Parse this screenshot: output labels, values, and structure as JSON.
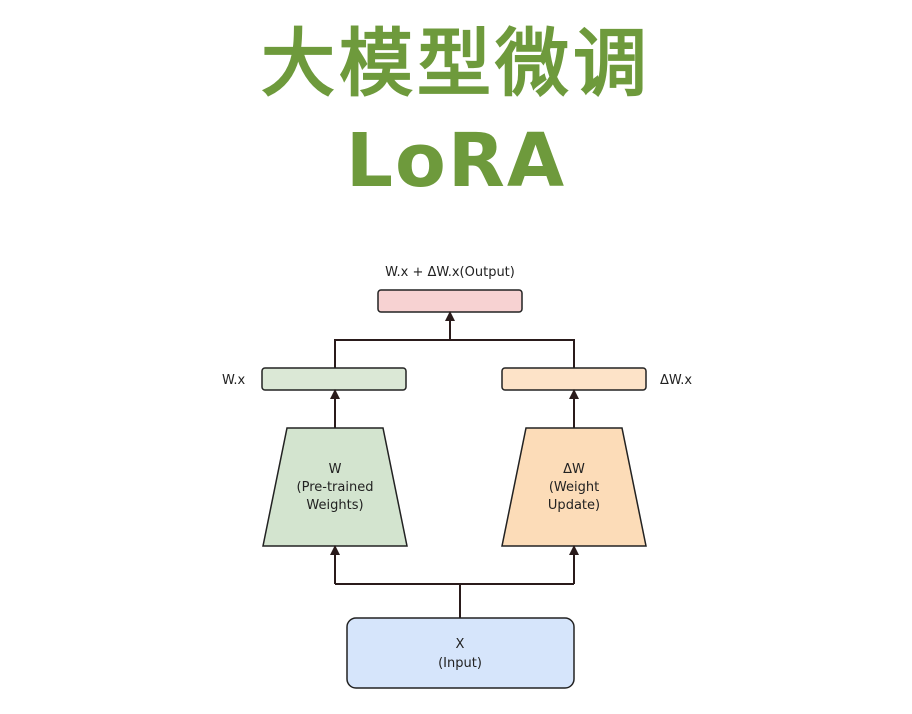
{
  "title": {
    "line1": "大模型微调",
    "line2": "LoRA"
  },
  "diagram": {
    "output_label": "W.x + ΔW.x(Output)",
    "left_out_label": "W.x",
    "right_out_label": "ΔW.x",
    "w_block": {
      "line1": "W",
      "line2": "(Pre-trained",
      "line3": "Weights)"
    },
    "dw_block": {
      "line1": "ΔW",
      "line2": "(Weight",
      "line3": "Update)"
    },
    "input_block": {
      "line1": "X",
      "line2": "(Input)"
    }
  },
  "colors": {
    "title": "#6e9a3c",
    "output_box": "#f7d2d2",
    "left_box": "#dbe8d6",
    "right_box": "#fde3c8",
    "w_block": "#d3e4cf",
    "dw_block": "#fcdcb8",
    "input_box": "#d6e5fb",
    "stroke": "#222222",
    "connector": "#2a1b1b"
  }
}
